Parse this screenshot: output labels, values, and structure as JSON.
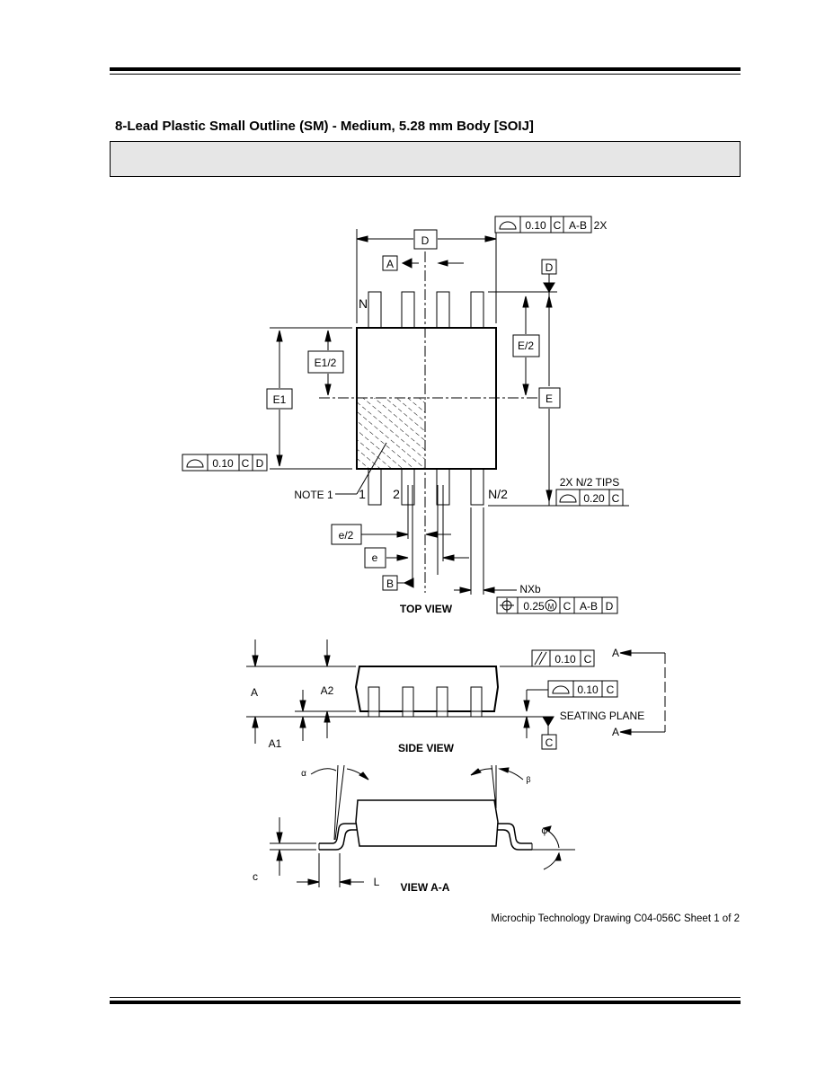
{
  "page": {
    "title": "8-Lead Plastic Small Outline (SM) - Medium, 5.28 mm Body  [SOIJ]",
    "footer_ref": "Microchip Technology Drawing  C04-056C Sheet 1 of 2"
  },
  "views": {
    "top": "TOP VIEW",
    "side": "SIDE VIEW",
    "detail": "VIEW A-A"
  },
  "datums": {
    "A": "A",
    "B": "B",
    "C": "C",
    "D": "D"
  },
  "dimensions": {
    "D": "D",
    "E": "E",
    "E_half": "E/2",
    "E1": "E1",
    "E1_half": "E1/2",
    "e": "e",
    "e_half": "e/2",
    "nxb": "NXb",
    "A": "A",
    "A1": "A1",
    "A2": "A2",
    "c": "c",
    "L": "L",
    "phi": "φ",
    "alpha": "α",
    "beta": "β"
  },
  "pins": {
    "N": "N",
    "pin1": "1",
    "pin2": "2",
    "N_half": "N/2"
  },
  "labels": {
    "note1": "NOTE 1",
    "seating_plane": "SEATING PLANE",
    "tips": "2X N/2 TIPS",
    "two_x": "2X",
    "section_a_top": "A",
    "section_a_bottom": "A"
  },
  "tolerance_frames": {
    "profile_top": {
      "value": "0.10",
      "refs": [
        "C",
        "A-B"
      ]
    },
    "profile_left": {
      "value": "0.10",
      "refs": [
        "C",
        "D"
      ]
    },
    "profile_tips": {
      "value": "0.20",
      "refs": [
        "C"
      ]
    },
    "position": {
      "value": "0.25",
      "modifier": "M",
      "refs": [
        "C",
        "A-B",
        "D"
      ]
    },
    "parallel": {
      "value": "0.10",
      "refs": [
        "C"
      ]
    },
    "profile_side": {
      "value": "0.10",
      "refs": [
        "C"
      ]
    }
  }
}
